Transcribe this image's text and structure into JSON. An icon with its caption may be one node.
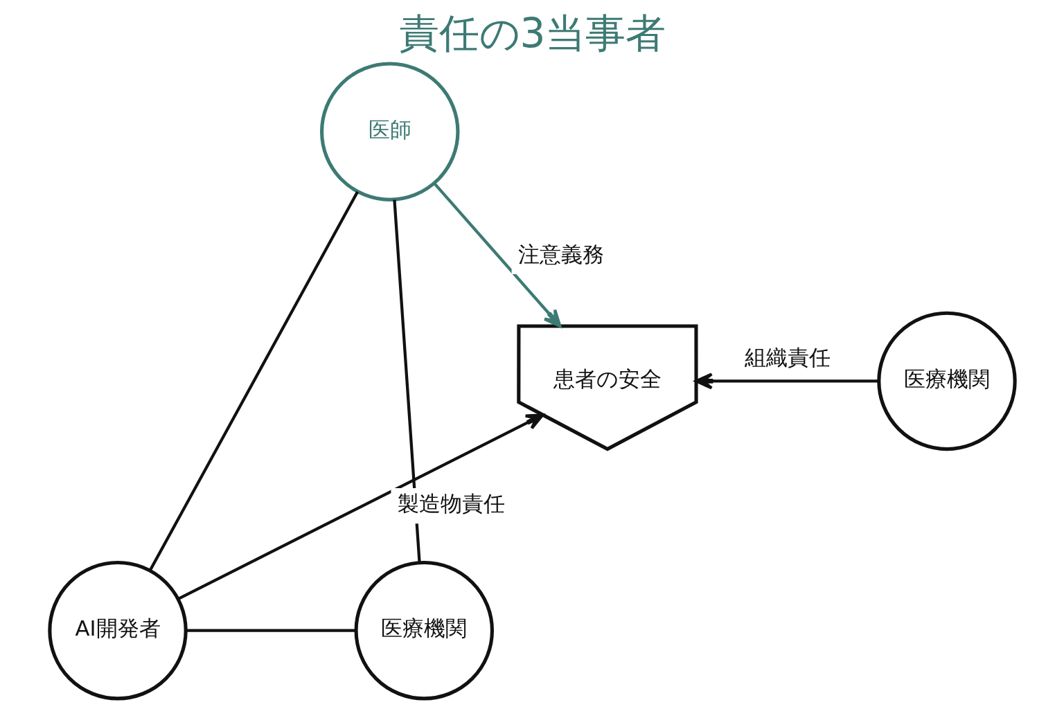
{
  "diagram": {
    "title": "責任の3当事者",
    "nodes": [
      {
        "text": [
          "医師"
        ]
      },
      {
        "text": [
          "AI開発者"
        ]
      },
      {
        "text": [
          "医療機関"
        ]
      },
      {
        "text": [
          "患者の安全"
        ]
      },
      {
        "text": [
          "医療機関"
        ]
      }
    ],
    "edges": [
      {
        "from": 0,
        "to": 3,
        "arrow": "to",
        "label": "注意義務",
        "color": "#3d7a74"
      },
      {
        "from": 0,
        "to": 1,
        "arrow": "none"
      },
      {
        "from": 0,
        "to": 2,
        "arrow": "none"
      },
      {
        "from": 1,
        "to": 2,
        "arrow": "none"
      },
      {
        "from": 1,
        "to": 3,
        "arrow": "to",
        "label": "製造物責任"
      },
      {
        "from": 4,
        "to": 3,
        "arrow": "to",
        "label": "組織責任"
      }
    ]
  }
}
